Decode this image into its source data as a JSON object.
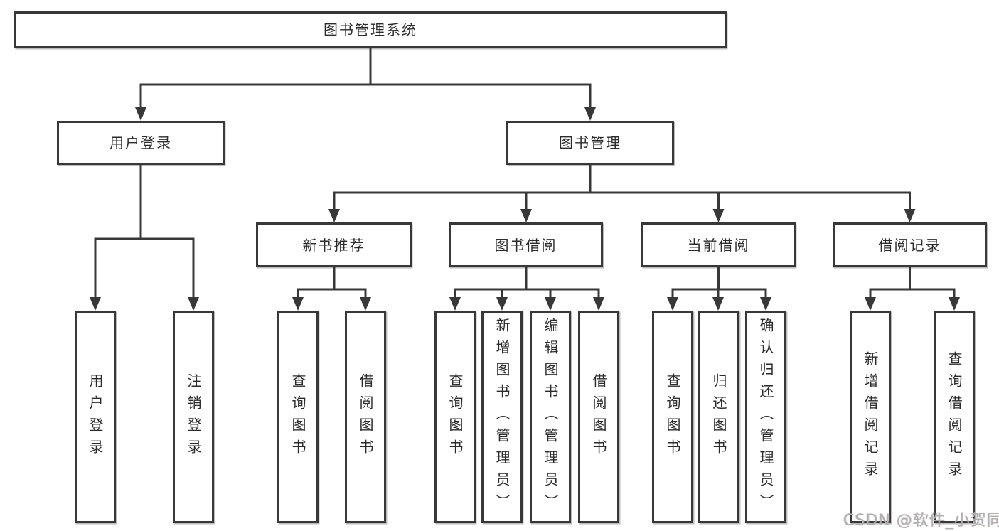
{
  "diagram_title": "图书管理系统",
  "tree": {
    "root": {
      "label": "图书管理系统"
    },
    "branches": [
      {
        "label": "用户登录",
        "children": [
          {
            "label": "用户登录"
          },
          {
            "label": "注销登录"
          }
        ]
      },
      {
        "label": "图书管理",
        "sections": [
          {
            "label": "新书推荐",
            "children": [
              {
                "label": "查询图书"
              },
              {
                "label": "借阅图书"
              }
            ]
          },
          {
            "label": "图书借阅",
            "children": [
              {
                "label": "查询图书"
              },
              {
                "label": "新增图书（管理员）"
              },
              {
                "label": "编辑图书（管理员）"
              },
              {
                "label": "借阅图书"
              }
            ]
          },
          {
            "label": "当前借阅",
            "children": [
              {
                "label": "查询图书"
              },
              {
                "label": "归还图书"
              },
              {
                "label": "确认归还（管理员）"
              }
            ]
          },
          {
            "label": "借阅记录",
            "children": [
              {
                "label": "新增借阅记录"
              },
              {
                "label": "查询借阅记录"
              }
            ]
          }
        ]
      }
    ]
  },
  "watermark": {
    "text": "CSDN @软件_小贺同学"
  },
  "colors": {
    "line": "#383838",
    "box_border": "#383838",
    "box_fill": "#ffffff",
    "text": "#2b2b2b",
    "watermark": "#b1aeae",
    "background": "#ffffff"
  }
}
